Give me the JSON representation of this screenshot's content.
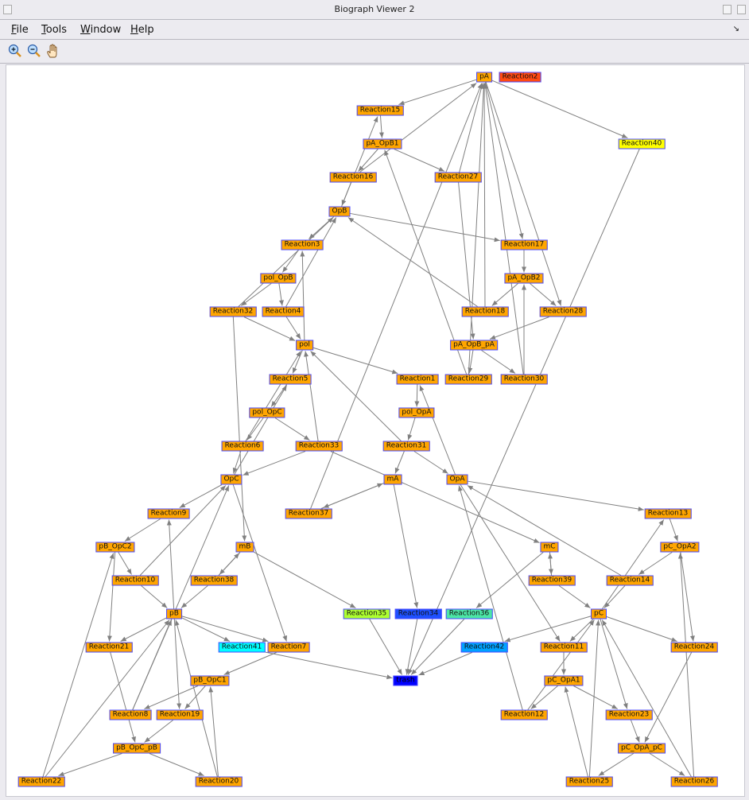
{
  "window": {
    "title": "Biograph Viewer 2"
  },
  "menu": [
    {
      "label": "File",
      "key": "F",
      "rest": "ile"
    },
    {
      "label": "Tools",
      "key": "T",
      "rest": "ools"
    },
    {
      "label": "Window",
      "key": "W",
      "rest": "indow"
    },
    {
      "label": "Help",
      "key": "H",
      "rest": "elp"
    }
  ],
  "toolbar": {
    "tools": [
      "zoom-in-icon",
      "zoom-out-icon",
      "pan-hand-icon"
    ]
  },
  "colors": {
    "default_node": "#ffa500",
    "node_border": "#4a4aff",
    "edge": "#808080"
  },
  "nodes": [
    {
      "id": "pA",
      "label": "pA"
    },
    {
      "id": "Reaction2",
      "label": "Reaction2",
      "color": "#ff4a10"
    },
    {
      "id": "Reaction15",
      "label": "Reaction15"
    },
    {
      "id": "pA_OpB1",
      "label": "pA_OpB1"
    },
    {
      "id": "Reaction40",
      "label": "Reaction40",
      "color": "#ffff00"
    },
    {
      "id": "Reaction16",
      "label": "Reaction16"
    },
    {
      "id": "Reaction27",
      "label": "Reaction27"
    },
    {
      "id": "OpB",
      "label": "OpB"
    },
    {
      "id": "Reaction3",
      "label": "Reaction3"
    },
    {
      "id": "Reaction17",
      "label": "Reaction17"
    },
    {
      "id": "pol_OpB",
      "label": "pol_OpB"
    },
    {
      "id": "pA_OpB2",
      "label": "pA_OpB2"
    },
    {
      "id": "Reaction32",
      "label": "Reaction32"
    },
    {
      "id": "Reaction4",
      "label": "Reaction4"
    },
    {
      "id": "Reaction18",
      "label": "Reaction18"
    },
    {
      "id": "Reaction28",
      "label": "Reaction28"
    },
    {
      "id": "pol",
      "label": "pol"
    },
    {
      "id": "pA_OpB_pA",
      "label": "pA_OpB_pA"
    },
    {
      "id": "Reaction5",
      "label": "Reaction5"
    },
    {
      "id": "Reaction1",
      "label": "Reaction1"
    },
    {
      "id": "Reaction29",
      "label": "Reaction29"
    },
    {
      "id": "Reaction30",
      "label": "Reaction30"
    },
    {
      "id": "pol_OpC",
      "label": "pol_OpC"
    },
    {
      "id": "pol_OpA",
      "label": "pol_OpA"
    },
    {
      "id": "Reaction6",
      "label": "Reaction6"
    },
    {
      "id": "Reaction33",
      "label": "Reaction33"
    },
    {
      "id": "Reaction31",
      "label": "Reaction31"
    },
    {
      "id": "OpC",
      "label": "OpC"
    },
    {
      "id": "mA",
      "label": "mA"
    },
    {
      "id": "OpA",
      "label": "OpA"
    },
    {
      "id": "Reaction9",
      "label": "Reaction9"
    },
    {
      "id": "Reaction37",
      "label": "Reaction37"
    },
    {
      "id": "Reaction13",
      "label": "Reaction13"
    },
    {
      "id": "pB_OpC2",
      "label": "pB_OpC2"
    },
    {
      "id": "mB",
      "label": "mB"
    },
    {
      "id": "mC",
      "label": "mC"
    },
    {
      "id": "pC_OpA2",
      "label": "pC_OpA2"
    },
    {
      "id": "Reaction10",
      "label": "Reaction10"
    },
    {
      "id": "Reaction38",
      "label": "Reaction38"
    },
    {
      "id": "Reaction39",
      "label": "Reaction39"
    },
    {
      "id": "Reaction14",
      "label": "Reaction14"
    },
    {
      "id": "pB",
      "label": "pB"
    },
    {
      "id": "Reaction35",
      "label": "Reaction35",
      "color": "#adff2f"
    },
    {
      "id": "Reaction34",
      "label": "Reaction34",
      "color": "#1e50ff"
    },
    {
      "id": "Reaction36",
      "label": "Reaction36",
      "color": "#4ce6a6"
    },
    {
      "id": "pC",
      "label": "pC"
    },
    {
      "id": "Reaction21",
      "label": "Reaction21"
    },
    {
      "id": "Reaction41",
      "label": "Reaction41",
      "color": "#00ffff"
    },
    {
      "id": "Reaction7",
      "label": "Reaction7"
    },
    {
      "id": "Reaction42",
      "label": "Reaction42",
      "color": "#00a2ff"
    },
    {
      "id": "Reaction11",
      "label": "Reaction11"
    },
    {
      "id": "Reaction24",
      "label": "Reaction24"
    },
    {
      "id": "pB_OpC1",
      "label": "pB_OpC1"
    },
    {
      "id": "trash",
      "label": "trash",
      "color": "#0000ff"
    },
    {
      "id": "pC_OpA1",
      "label": "pC_OpA1"
    },
    {
      "id": "Reaction8",
      "label": "Reaction8"
    },
    {
      "id": "Reaction19",
      "label": "Reaction19"
    },
    {
      "id": "Reaction12",
      "label": "Reaction12"
    },
    {
      "id": "Reaction23",
      "label": "Reaction23"
    },
    {
      "id": "pB_OpC_pB",
      "label": "pB_OpC_pB"
    },
    {
      "id": "pC_OpA_pC",
      "label": "pC_OpA_pC"
    },
    {
      "id": "Reaction22",
      "label": "Reaction22"
    },
    {
      "id": "Reaction20",
      "label": "Reaction20"
    },
    {
      "id": "Reaction25",
      "label": "Reaction25"
    },
    {
      "id": "Reaction26",
      "label": "Reaction26"
    }
  ],
  "edges": [
    [
      "pA",
      "Reaction15"
    ],
    [
      "Reaction15",
      "pA_OpB1"
    ],
    [
      "OpB",
      "Reaction15"
    ],
    [
      "pA_OpB1",
      "Reaction16"
    ],
    [
      "Reaction16",
      "pA"
    ],
    [
      "Reaction16",
      "OpB"
    ],
    [
      "pA_OpB1",
      "Reaction27"
    ],
    [
      "Reaction27",
      "pA"
    ],
    [
      "pA",
      "Reaction40"
    ],
    [
      "Reaction40",
      "trash"
    ],
    [
      "OpB",
      "Reaction17"
    ],
    [
      "pA",
      "Reaction17"
    ],
    [
      "Reaction17",
      "pA_OpB2"
    ],
    [
      "pA_OpB2",
      "Reaction18"
    ],
    [
      "Reaction18",
      "OpB"
    ],
    [
      "Reaction18",
      "pA"
    ],
    [
      "pA_OpB2",
      "Reaction28"
    ],
    [
      "pA",
      "Reaction28"
    ],
    [
      "Reaction28",
      "pA_OpB_pA"
    ],
    [
      "Reaction27",
      "pA_OpB_pA"
    ],
    [
      "pA_OpB_pA",
      "Reaction29"
    ],
    [
      "Reaction29",
      "pA"
    ],
    [
      "Reaction29",
      "pA_OpB1"
    ],
    [
      "pA_OpB_pA",
      "Reaction30"
    ],
    [
      "Reaction30",
      "pA_OpB2"
    ],
    [
      "Reaction30",
      "pA"
    ],
    [
      "OpB",
      "Reaction3"
    ],
    [
      "Reaction3",
      "pol_OpB"
    ],
    [
      "pol",
      "Reaction3"
    ],
    [
      "pol_OpB",
      "Reaction32"
    ],
    [
      "pol_OpB",
      "Reaction4"
    ],
    [
      "Reaction4",
      "OpB"
    ],
    [
      "Reaction4",
      "pol"
    ],
    [
      "Reaction32",
      "pol"
    ],
    [
      "Reaction32",
      "OpB"
    ],
    [
      "Reaction32",
      "mB"
    ],
    [
      "pol",
      "Reaction5"
    ],
    [
      "OpC",
      "Reaction5"
    ],
    [
      "Reaction5",
      "pol_OpC"
    ],
    [
      "pol_OpC",
      "Reaction6"
    ],
    [
      "pol_OpC",
      "Reaction33"
    ],
    [
      "Reaction6",
      "pol"
    ],
    [
      "Reaction6",
      "OpC"
    ],
    [
      "Reaction33",
      "pol"
    ],
    [
      "Reaction33",
      "OpC"
    ],
    [
      "Reaction33",
      "mC"
    ],
    [
      "pol",
      "Reaction1"
    ],
    [
      "OpA",
      "Reaction1"
    ],
    [
      "Reaction1",
      "pol_OpA"
    ],
    [
      "pol_OpA",
      "Reaction31"
    ],
    [
      "Reaction31",
      "pol"
    ],
    [
      "Reaction31",
      "OpA"
    ],
    [
      "Reaction31",
      "mA"
    ],
    [
      "mA",
      "Reaction37"
    ],
    [
      "Reaction37",
      "mA"
    ],
    [
      "Reaction37",
      "pA"
    ],
    [
      "mA",
      "Reaction34"
    ],
    [
      "Reaction34",
      "trash"
    ],
    [
      "OpC",
      "Reaction9"
    ],
    [
      "pB",
      "Reaction9"
    ],
    [
      "Reaction9",
      "pB_OpC2"
    ],
    [
      "pB_OpC2",
      "Reaction10"
    ],
    [
      "Reaction10",
      "pB"
    ],
    [
      "Reaction10",
      "OpC"
    ],
    [
      "pB_OpC2",
      "Reaction21"
    ],
    [
      "Reaction21",
      "pB_OpC_pB"
    ],
    [
      "pB",
      "Reaction21"
    ],
    [
      "mB",
      "Reaction38"
    ],
    [
      "Reaction38",
      "mB"
    ],
    [
      "Reaction38",
      "pB"
    ],
    [
      "mB",
      "Reaction35"
    ],
    [
      "Reaction35",
      "trash"
    ],
    [
      "pB",
      "Reaction41"
    ],
    [
      "Reaction41",
      "trash"
    ],
    [
      "pB",
      "Reaction7"
    ],
    [
      "OpC",
      "Reaction7"
    ],
    [
      "Reaction7",
      "pB_OpC1"
    ],
    [
      "pB_OpC1",
      "Reaction8"
    ],
    [
      "Reaction8",
      "pB"
    ],
    [
      "Reaction8",
      "OpC"
    ],
    [
      "pB_OpC1",
      "Reaction19"
    ],
    [
      "pB",
      "Reaction19"
    ],
    [
      "Reaction19",
      "pB_OpC_pB"
    ],
    [
      "pB_OpC_pB",
      "Reaction22"
    ],
    [
      "Reaction22",
      "pB_OpC2"
    ],
    [
      "Reaction22",
      "pB"
    ],
    [
      "pB_OpC_pB",
      "Reaction20"
    ],
    [
      "Reaction20",
      "pB_OpC1"
    ],
    [
      "Reaction20",
      "pB"
    ],
    [
      "OpA",
      "Reaction13"
    ],
    [
      "pC",
      "Reaction13"
    ],
    [
      "Reaction13",
      "pC_OpA2"
    ],
    [
      "pC_OpA2",
      "Reaction14"
    ],
    [
      "Reaction14",
      "pC"
    ],
    [
      "Reaction14",
      "OpA"
    ],
    [
      "pC_OpA2",
      "Reaction24"
    ],
    [
      "pC",
      "Reaction24"
    ],
    [
      "Reaction24",
      "pC_OpA_pC"
    ],
    [
      "mC",
      "Reaction39"
    ],
    [
      "Reaction39",
      "mC"
    ],
    [
      "Reaction39",
      "pC"
    ],
    [
      "mC",
      "Reaction36"
    ],
    [
      "Reaction36",
      "trash"
    ],
    [
      "pC",
      "Reaction42"
    ],
    [
      "Reaction42",
      "trash"
    ],
    [
      "OpA",
      "Reaction11"
    ],
    [
      "pC",
      "Reaction11"
    ],
    [
      "Reaction11",
      "pC_OpA1"
    ],
    [
      "pC_OpA1",
      "Reaction12"
    ],
    [
      "Reaction12",
      "pC"
    ],
    [
      "Reaction12",
      "OpA"
    ],
    [
      "pC_OpA1",
      "Reaction23"
    ],
    [
      "pC",
      "Reaction23"
    ],
    [
      "Reaction23",
      "pC_OpA_pC"
    ],
    [
      "pC_OpA_pC",
      "Reaction25"
    ],
    [
      "Reaction25",
      "pC_OpA1"
    ],
    [
      "Reaction25",
      "pC"
    ],
    [
      "pC_OpA_pC",
      "Reaction26"
    ],
    [
      "Reaction26",
      "pC_OpA2"
    ],
    [
      "Reaction26",
      "pC"
    ]
  ]
}
